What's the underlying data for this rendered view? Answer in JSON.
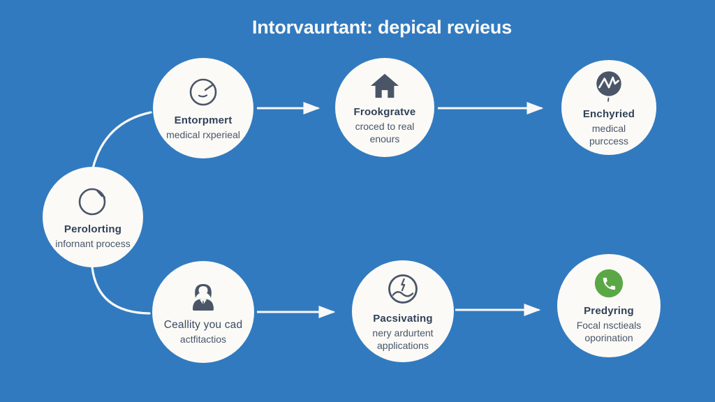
{
  "title": "Intorvaurtant: depical revieus",
  "colors": {
    "background": "#327abf",
    "node_fill": "#fbfaf6",
    "icon_slate": "#4a5568",
    "title_text": "#fbfbf9",
    "node_title_text": "#31415a",
    "node_sub_text": "#47566b",
    "phone_green": "#5aa845",
    "connector": "#f8f8f6"
  },
  "nodes": [
    {
      "id": "entorpmert",
      "icon": "clock-face-icon",
      "title": "Entorpmert",
      "sub1": "medical rxperieal",
      "sub2": ""
    },
    {
      "id": "frookgratve",
      "icon": "home-icon",
      "title": "Frookgratve",
      "sub1": "croced to real",
      "sub2": "enours"
    },
    {
      "id": "enchyried",
      "icon": "waveform-circle-icon",
      "title": "Enchyried",
      "sub1": "medical purccess",
      "sub2": ""
    },
    {
      "id": "perolorting",
      "icon": "clock-outline-icon",
      "title": "Perolorting",
      "sub1": "infornant process",
      "sub2": ""
    },
    {
      "id": "ceallity",
      "icon": "person-icon",
      "title": "Ceallity you cad",
      "sub1": "actfitactios",
      "sub2": ""
    },
    {
      "id": "pacsivating",
      "icon": "energy-wave-icon",
      "title": "Pacsivating",
      "sub1": "nery ardurtent",
      "sub2": "applications"
    },
    {
      "id": "predyring",
      "icon": "phone-icon",
      "title": "Predyring",
      "sub1": "Focal nsctieals",
      "sub2": "oporination"
    }
  ],
  "connectors": {
    "top_arrow_1": "entorpmert → frookgratve",
    "top_arrow_2": "frookgratve → enchyried",
    "bottom_arrow_1": "ceallity → pacsivating",
    "bottom_arrow_2": "pacsivating → predyring",
    "curve_up": "perolorting → entorpmert",
    "curve_down": "perolorting → ceallity"
  }
}
